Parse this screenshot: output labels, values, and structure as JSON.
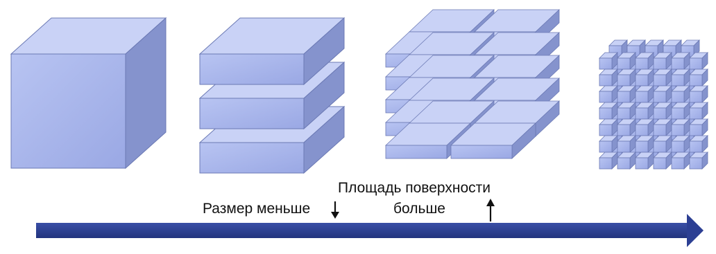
{
  "labels": {
    "size_smaller": "Размер меньше",
    "surface_line1": "Площадь поверхности",
    "surface_line2": "больше"
  },
  "icons": {
    "size_arrow": "arrow-down-icon",
    "surface_arrow": "arrow-up-icon",
    "progress_arrow": "arrow-right-icon"
  },
  "colors": {
    "face_front": "#a9b6ec",
    "face_top": "#c9d2f6",
    "face_side": "#8593cd",
    "edge": "#6b79b4",
    "arrow": "#2c3f93"
  }
}
